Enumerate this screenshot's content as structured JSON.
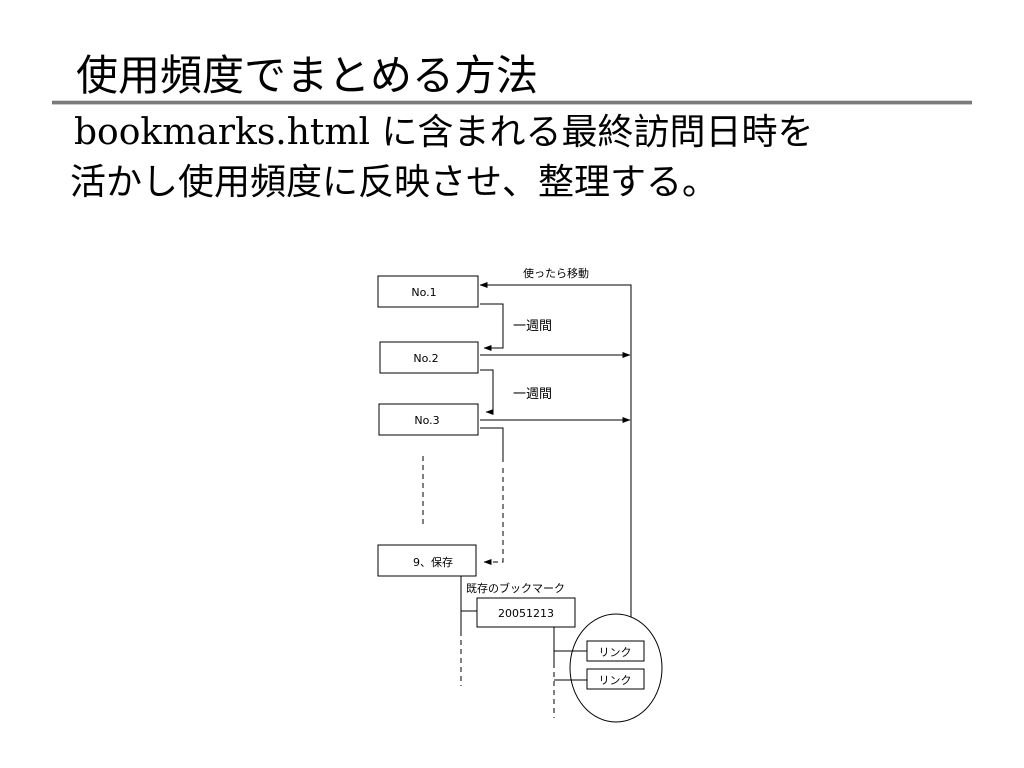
{
  "slide": {
    "title": "使用頻度でまとめる方法",
    "body_line1": "bookmarks.html に含まれる最終訪問日時を",
    "body_line2": "活かし使用頻度に反映させ、整理する。"
  },
  "diagram": {
    "boxes": {
      "no1": "No.1",
      "no2": "No.2",
      "no3": "No.3",
      "save": "9、保存",
      "date": "20051213",
      "link1": "リンク",
      "link2": "リンク"
    },
    "labels": {
      "move_after_use": "使ったら移動",
      "week1": "一週間",
      "week2": "一週間",
      "existing_bookmarks": "既存のブックマーク"
    }
  }
}
